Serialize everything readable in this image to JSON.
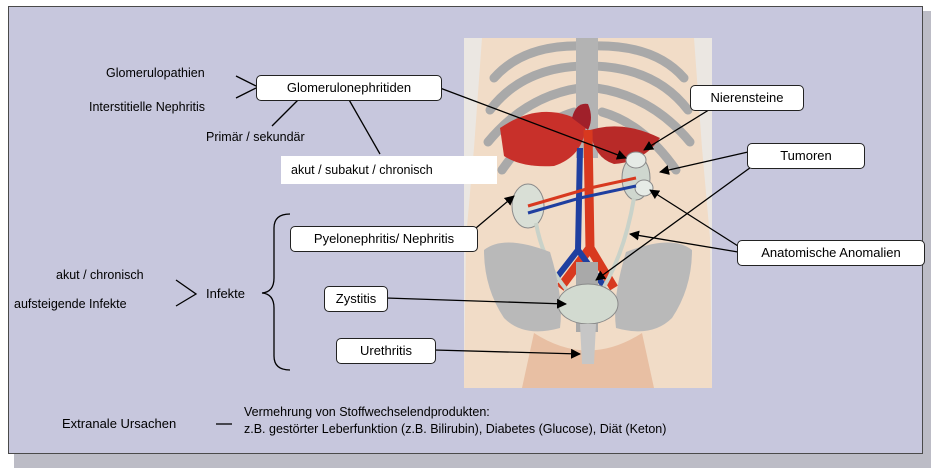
{
  "left_labels": {
    "glomerulopathien": "Glomerulopathien",
    "interstitielle": "Interstitielle Nephritis",
    "primaer": "Primär / sekundär",
    "akut_sub_chron": "akut / subakut / chronisch",
    "akut_chron": "akut  / chronisch",
    "aufsteigend": "aufsteigende Infekte",
    "infekte": "Infekte"
  },
  "boxes": {
    "glomerulonephritiden": "Glomerulonephritiden",
    "nierensteine": "Nierensteine",
    "tumoren": "Tumoren",
    "pyelonephritis": "Pyelonephritis/ Nephritis",
    "anatomische": "Anatomische Anomalien",
    "zystitis": "Zystitis",
    "urethritis": "Urethritis"
  },
  "footer": {
    "extrarenal": "Extranale Ursachen",
    "dash": "—",
    "line1": "Vermehrung von Stoffwechselendprodukten:",
    "line2": "z.B. gestörter Leberfunktion (z.B. Bilirubin), Diabetes (Glucose), Diät (Keton)"
  },
  "colors": {
    "panel": "#c7c7dd",
    "skin": "#f1dcc7",
    "bone": "#b8b8b8",
    "liver": "#c8302a",
    "artery": "#d8391f",
    "vein": "#1f3fa0",
    "kidney": "#cfd7cf"
  },
  "icons": {
    "anatomy": "abdominal-anatomy-illustration"
  }
}
